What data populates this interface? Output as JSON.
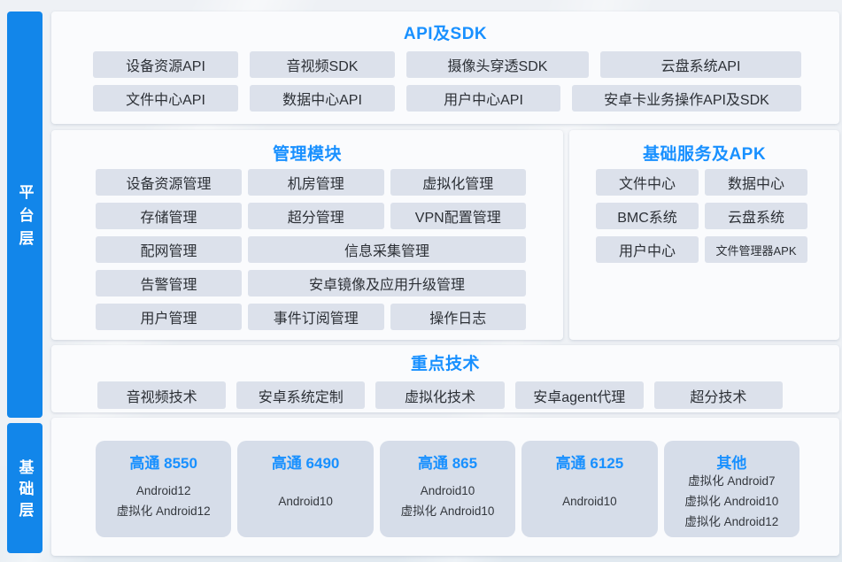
{
  "colors": {
    "accent_blue": "#1890ff",
    "layer_bar_blue": "#1286ea",
    "button_bg": "#dce1eb",
    "card_bg": "#d6dde9",
    "panel_bg": "#fafbfd",
    "page_bg": "#eef1f5",
    "text_dark": "#2c3036"
  },
  "layers": {
    "platform": "平台层",
    "base": "基础层"
  },
  "panels": {
    "api_sdk": {
      "title": "API及SDK",
      "row1": [
        "设备资源API",
        "音视频SDK",
        "摄像头穿透SDK",
        "云盘系统API"
      ],
      "row2": [
        "文件中心API",
        "数据中心API",
        "用户中心API",
        "安卓卡业务操作API及SDK"
      ]
    },
    "management": {
      "title": "管理模块",
      "items": [
        "设备资源管理",
        "机房管理",
        "虚拟化管理",
        "存储管理",
        "超分管理",
        "VPN配置管理",
        "配网管理",
        "信息采集管理",
        "告警管理",
        "安卓镜像及应用升级管理",
        "用户管理",
        "事件订阅管理",
        "操作日志"
      ]
    },
    "services": {
      "title": "基础服务及APK",
      "items": [
        "文件中心",
        "数据中心",
        "BMC系统",
        "云盘系统",
        "用户中心",
        "文件管理器APK"
      ]
    },
    "tech": {
      "title": "重点技术",
      "items": [
        "音视频技术",
        "安卓系统定制",
        "虚拟化技术",
        "安卓agent代理",
        "超分技术"
      ]
    },
    "chipsets": {
      "cards": [
        {
          "title": "高通 8550",
          "lines": [
            "Android12",
            "虚拟化 Android12"
          ]
        },
        {
          "title": "高通 6490",
          "lines": [
            "Android10"
          ]
        },
        {
          "title": "高通 865",
          "lines": [
            "Android10",
            "虚拟化 Android10"
          ]
        },
        {
          "title": "高通 6125",
          "lines": [
            "Android10"
          ]
        },
        {
          "title": "其他",
          "lines": [
            "虚拟化 Android7",
            "虚拟化 Android10",
            "虚拟化 Android12"
          ]
        }
      ]
    }
  }
}
